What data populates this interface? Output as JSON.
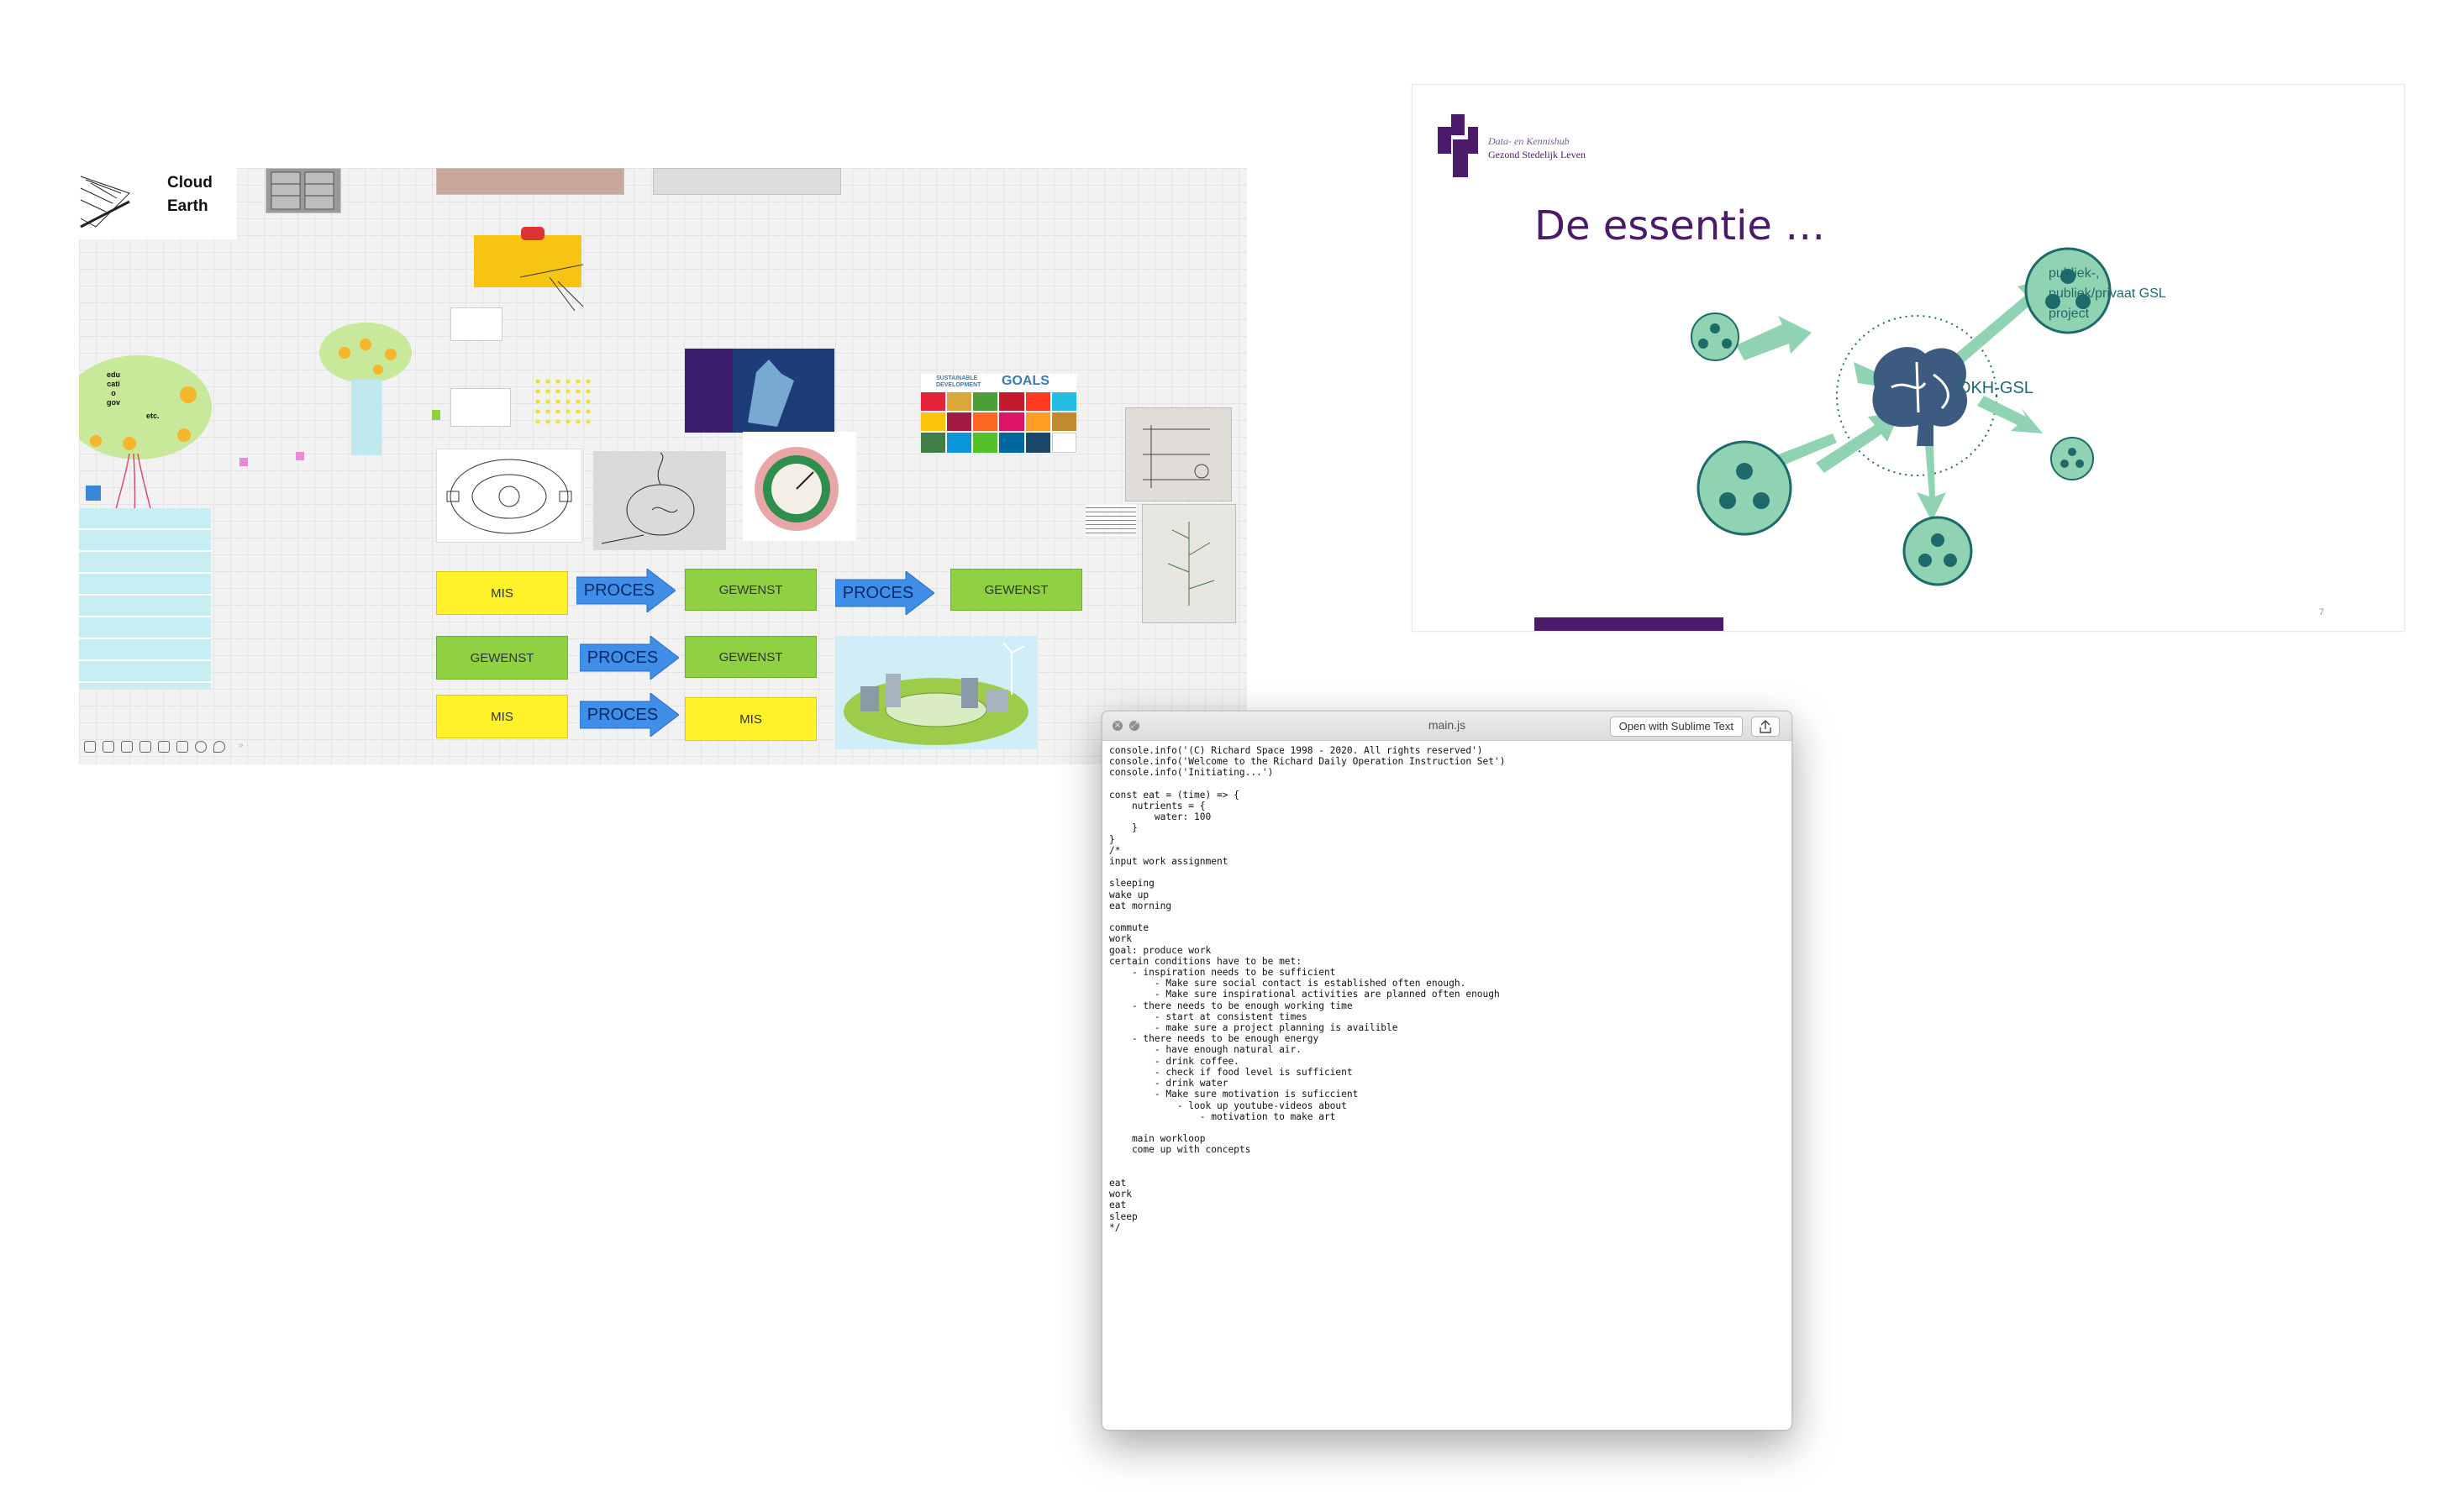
{
  "whiteboard": {
    "cloud_earth": "Cloud\nEarth",
    "tree_left_text": "edu\ncati\no\ngov",
    "tree_left_etc": "etc.",
    "sdg_title": "SUSTAINABLE\nDEVELOPMENT",
    "sdg_goals": "GOALS",
    "stickies": {
      "mis_1": "MIS",
      "gewenst_1": "GEWENST",
      "gewenst_2": "GEWENST",
      "gewenst_3": "GEWENST",
      "gewenst_4": "GEWENST",
      "mis_2": "MIS",
      "mis_3": "MIS"
    },
    "arrows": {
      "proces_1": "PROCES",
      "proces_2": "PROCES",
      "proces_3": "PROCES",
      "proces_4": "PROCES"
    },
    "colors": {
      "yellow": "#fff22a",
      "green": "#8fd140",
      "arrow_blue": "#3f8fe8"
    }
  },
  "slide": {
    "logo_line1": "Data- en Kennishub",
    "logo_line2": "Gezond Stedelijk Leven",
    "title": "De essentie …",
    "center_label": "DKH-GSL",
    "side_label": "publiek-,\npubliek/privaat GSL\nproject",
    "page_number": "7",
    "colors": {
      "purple": "#4b1a6b",
      "mint": "#8fd3b3",
      "teal": "#1e6a6a",
      "brain": "#3d5a80"
    }
  },
  "code_window": {
    "title": "main.js",
    "open_button": "Open with Sublime Text",
    "share_icon": "share-icon",
    "code": "console.info('(C) Richard Space 1998 - 2020. All rights reserved')\nconsole.info('Welcome to the Richard Daily Operation Instruction Set')\nconsole.info('Initiating...')\n\nconst eat = (time) => {\n    nutrients = {\n        water: 100\n    }\n}\n/*\ninput work assignment\n\nsleeping\nwake up\neat morning\n\ncommute\nwork\ngoal: produce work\ncertain conditions have to be met:\n    - inspiration needs to be sufficient\n        - Make sure social contact is established often enough.\n        - Make sure inspirational activities are planned often enough\n    - there needs to be enough working time\n        - start at consistent times\n        - make sure a project planning is availible\n    - there needs to be enough energy\n        - have enough natural air.\n        - drink coffee.\n        - check if food level is sufficient\n        - drink water\n        - Make sure motivation is suficcient\n            - look up youtube-videos about\n                - motivation to make art\n\n    main workloop\n    come up with concepts\n\n\neat\nwork\neat\nsleep\n*/"
  }
}
